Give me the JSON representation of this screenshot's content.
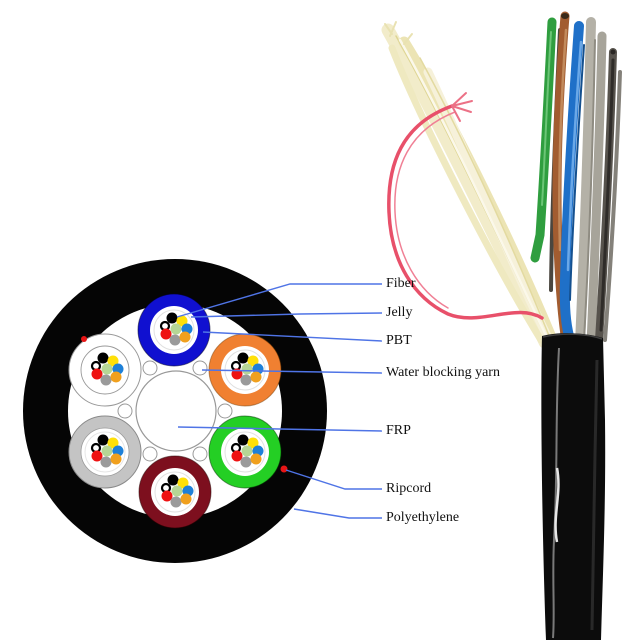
{
  "page": {
    "background": "#ffffff",
    "content": "fiber optic cable cross-section diagram with labeled parts and photo of stripped cable end"
  },
  "diagram": {
    "labels": [
      {
        "id": "fiber",
        "text": "Fiber"
      },
      {
        "id": "jelly",
        "text": "Jelly"
      },
      {
        "id": "pbt",
        "text": "PBT"
      },
      {
        "id": "water-blocking-yarn",
        "text": "Water blocking yarn"
      },
      {
        "id": "frp",
        "text": "FRP"
      },
      {
        "id": "ripcord",
        "text": "Ripcord"
      },
      {
        "id": "polyethylene",
        "text": "Polyethylene"
      }
    ],
    "leader_line_color": "#4f74e6",
    "label_color": "#111111",
    "cross_section": {
      "jacket_color": "#050505",
      "tube_count": 6,
      "tube_ring_colors": [
        "#1010d0",
        "#f08031",
        "#24cf24",
        "#7d0f1e",
        "#c4c4c4",
        "#ffffff"
      ],
      "fibers_per_tube": 8,
      "fiber_dot_colors": [
        "#000000",
        "#ffe008",
        "#ffffff",
        "#b6d695",
        "#1e80d8",
        "#ee1212",
        "#9a9a9a",
        "#f0a01e"
      ],
      "ripcord_dot_color": "#e81515"
    }
  },
  "photo": {
    "parts": [
      "loose-tubes",
      "water-blocking-yarn",
      "ripcord",
      "polyethylene-jacket"
    ],
    "tube_colors": [
      "#2f9e3f",
      "#a25c30",
      "#1f70c8",
      "#b4b1a7",
      "#57534d"
    ],
    "yarn_color": "#f2ecca",
    "ripcord_color": "#e8506a",
    "jacket_color": "#0c0c0c"
  }
}
